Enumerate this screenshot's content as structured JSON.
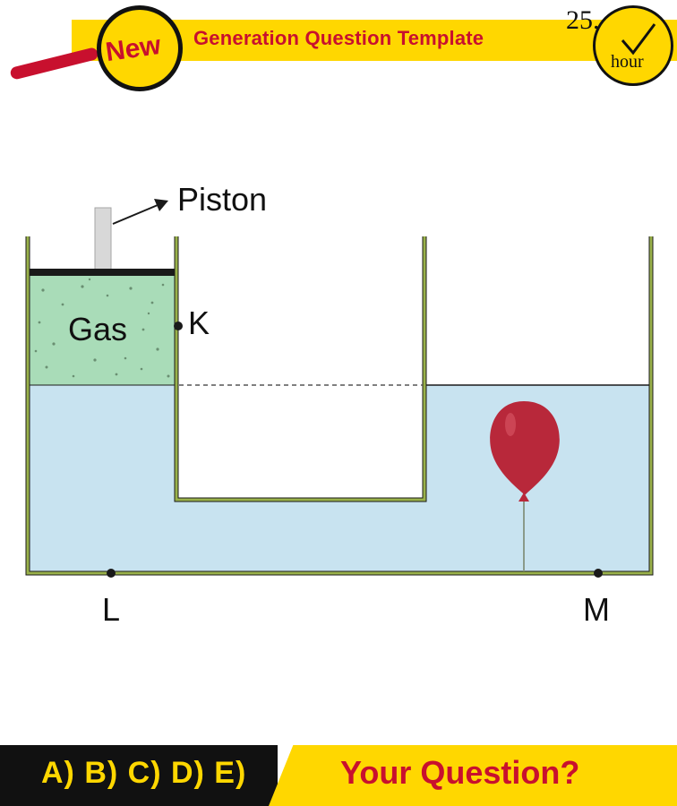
{
  "header": {
    "badge": "New",
    "title": "Generation Question Template",
    "timer_number": "25.",
    "timer_unit": "hour"
  },
  "diagram": {
    "piston_label": "Piston",
    "gas_label": "Gas",
    "point_k": "K",
    "point_l": "L",
    "point_m": "M",
    "colors": {
      "water": "#c8e3f0",
      "gas": "#a9dcb8",
      "wall": "#99b14a",
      "balloon": "#b8283a",
      "piston_rod": "#d8d8d8"
    }
  },
  "footer": {
    "options": "A) B) C) D) E)",
    "question": "Your Question?"
  }
}
